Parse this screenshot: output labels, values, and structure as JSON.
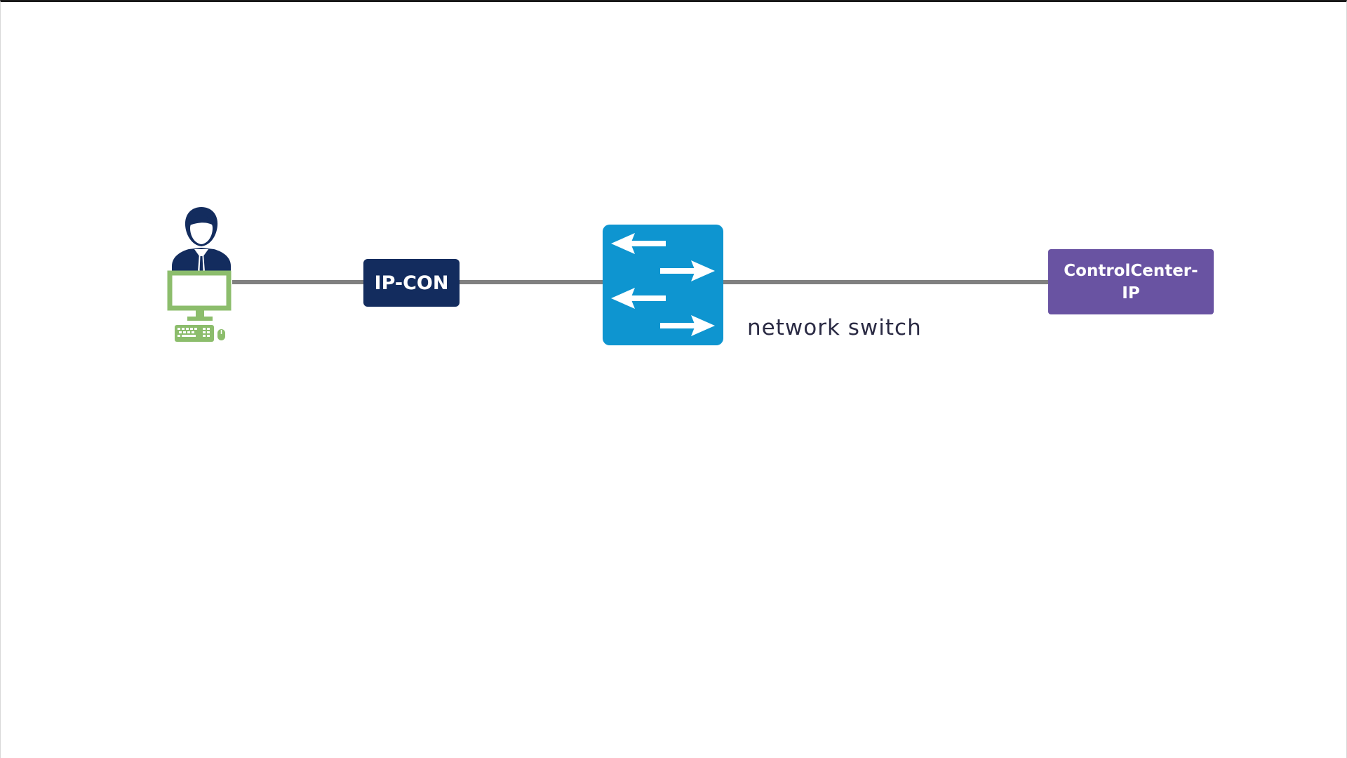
{
  "diagram": {
    "nodes": {
      "user": {
        "icon": "user-at-computer-icon"
      },
      "ipcon": {
        "label": "IP-CON"
      },
      "switch": {
        "icon": "network-switch-icon",
        "label": "network switch"
      },
      "control_center": {
        "label": "ControlCenter-\nIP"
      }
    },
    "connections": [
      {
        "from": "user",
        "to": "ipcon"
      },
      {
        "from": "ipcon",
        "to": "switch"
      },
      {
        "from": "switch",
        "to": "control_center"
      }
    ]
  },
  "colors": {
    "ipcon_fill": "#132c5e",
    "switch_fill": "#0e95d0",
    "control_center_fill": "#6953a2",
    "user_body": "#132c5e",
    "computer": "#8cbd6c",
    "connector": "#808080"
  }
}
